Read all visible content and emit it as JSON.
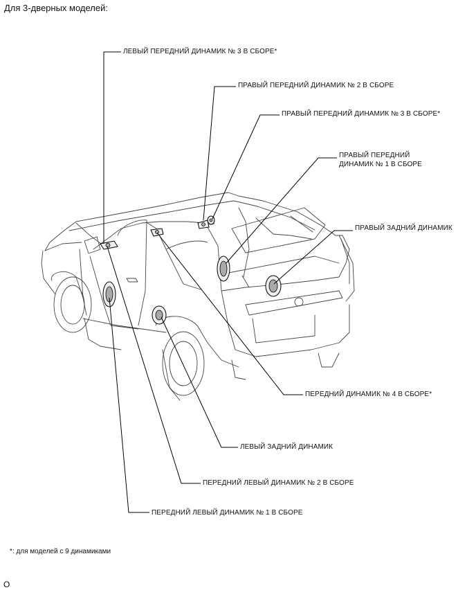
{
  "header": "Для 3-дверных моделей:",
  "callouts": {
    "left_front_3": "ЛЕВЫЙ ПЕРЕДНИЙ ДИНАМИК № 3 В СБОРЕ*",
    "right_front_2": "ПРАВЫЙ ПЕРЕДНИЙ ДИНАМИК № 2 В СБОРЕ",
    "right_front_3": "ПРАВЫЙ ПЕРЕДНИЙ ДИНАМИК № 3 В СБОРЕ*",
    "right_front_1_line1": "ПРАВЫЙ ПЕРЕДНИЙ",
    "right_front_1_line2": "ДИНАМИК № 1 В СБОРЕ",
    "right_rear": "ПРАВЫЙ ЗАДНИЙ ДИНАМИК",
    "front_4": "ПЕРЕДНИЙ ДИНАМИК № 4 В СБОРЕ*",
    "left_rear": "ЛЕВЫЙ ЗАДНИЙ ДИНАМИК",
    "front_left_2": "ПЕРЕДНИЙ ЛЕВЫЙ ДИНАМИК № 2 В СБОРЕ",
    "front_left_1": "ПЕРЕДНИЙ ЛЕВЫЙ ДИНАМИК № 1 В СБОРЕ"
  },
  "footnote": "*: для моделей с 9 динамиками",
  "figure_code": "O"
}
